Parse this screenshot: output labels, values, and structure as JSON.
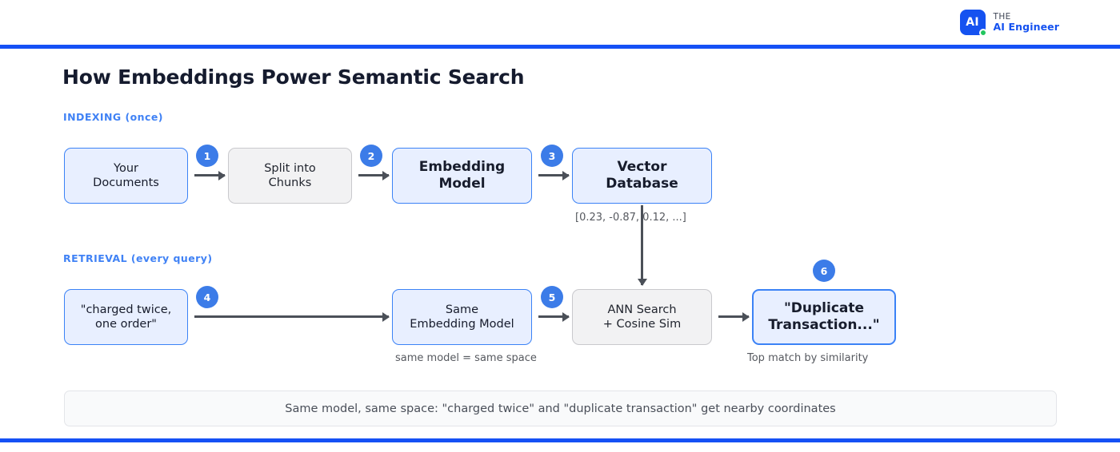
{
  "header": {
    "logo_text": "AI",
    "logo_icon": "ai-badge-icon",
    "status_dot": "online-dot-icon",
    "brand_line1": "THE",
    "brand_line2": "AI Engineer"
  },
  "title": "How Embeddings Power Semantic Search",
  "sections": {
    "indexing_label": "INDEXING (once)",
    "retrieval_label": "RETRIEVAL (every query)"
  },
  "indexing_row": {
    "nodes": [
      {
        "id": "docs",
        "text": "Your\nDocuments",
        "style": "blue",
        "weight": "regular"
      },
      {
        "id": "split",
        "text": "Split into\nChunks",
        "style": "gray",
        "weight": "regular"
      },
      {
        "id": "embed",
        "text": "Embedding\nModel",
        "style": "blue",
        "weight": "bold"
      },
      {
        "id": "vecdb",
        "text": "Vector\nDatabase",
        "style": "blue",
        "weight": "bold"
      }
    ],
    "badges": [
      "1",
      "2",
      "3"
    ]
  },
  "retrieval_row": {
    "nodes": [
      {
        "id": "query",
        "text": "\"charged twice,\none order\"",
        "style": "blue",
        "weight": "regular"
      },
      {
        "id": "same",
        "text": "Same\nEmbedding Model",
        "style": "blue",
        "weight": "regular"
      },
      {
        "id": "ann",
        "text": "ANN Search\n+ Cosine Sim",
        "style": "gray",
        "weight": "regular"
      },
      {
        "id": "dup",
        "text": "\"Duplicate\nTransaction...\"",
        "style": "blue-strong",
        "weight": "bold"
      }
    ],
    "badges": [
      "4",
      "5",
      "6"
    ]
  },
  "captions": {
    "vector_sample": "[0.23, -0.87, 0.12, ...]",
    "same_model": "same model = same space",
    "top_match": "Top match by similarity"
  },
  "footnote": "Same model, same space: \"charged twice\" and \"duplicate transaction\" get nearby coordinates",
  "colors": {
    "accent_blue": "#1550f5",
    "badge_blue": "#3c7ce8",
    "node_border_blue": "#3b82f6",
    "node_fill_blue": "#e8efff",
    "node_fill_gray": "#f2f2f3",
    "node_border_gray": "#c9c9cd",
    "arrow_gray": "#4b5058",
    "section_label_blue": "#4082f5",
    "status_green": "#22c55e",
    "title_dark": "#151b2e"
  }
}
